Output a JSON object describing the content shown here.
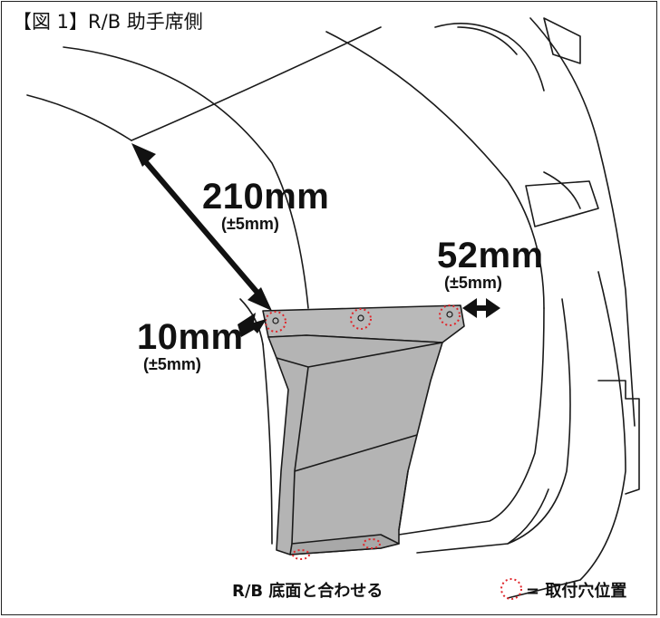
{
  "title": "【図 1】R/B 助手席側",
  "dimensions": {
    "top": {
      "value": "210mm",
      "tolerance": "(±5mm)"
    },
    "right": {
      "value": "52mm",
      "tolerance": "(±5mm)"
    },
    "left": {
      "value": "10mm",
      "tolerance": "(±5mm)"
    }
  },
  "caption": "R/B 底面と合わせる",
  "legend": {
    "label": "= 取付穴位置",
    "marker_color": "#e0262b"
  },
  "colors": {
    "panel": "#b4b4b4",
    "outline": "#1a1a1a",
    "arrow": "#111111"
  }
}
